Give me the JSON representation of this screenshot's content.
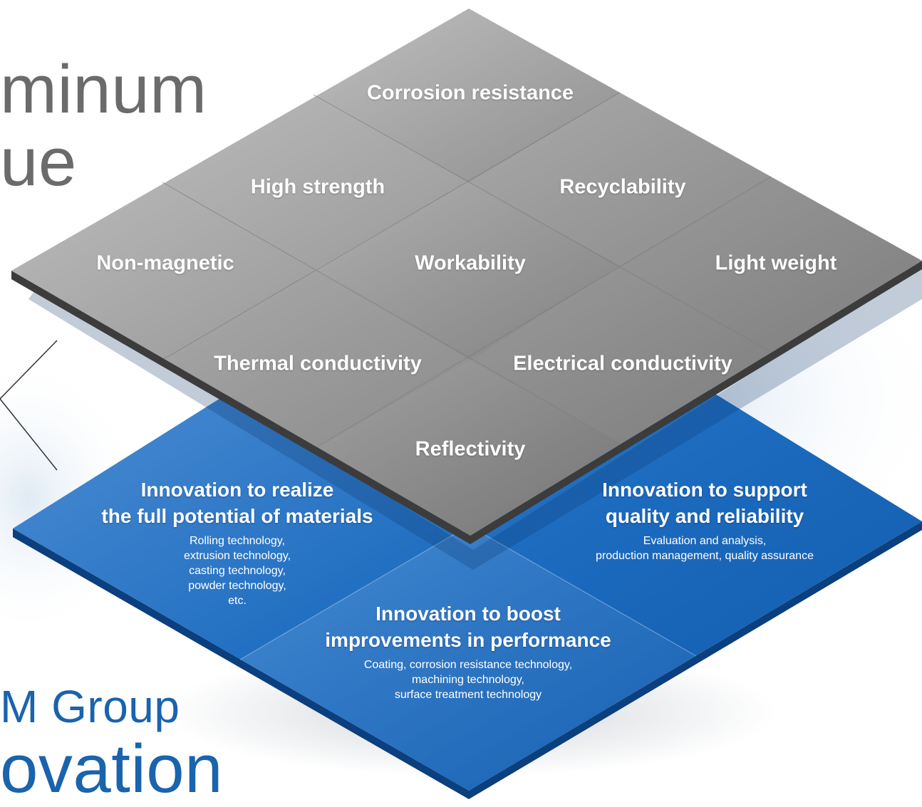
{
  "heading": {
    "line1": "minum",
    "line2": "ue",
    "line3": "M Group",
    "line4": "ovation",
    "text_color": "#6b6b6b",
    "accent_color": "#1a63ad"
  },
  "properties": {
    "corrosion": "Corrosion resistance",
    "high_strength": "High strength",
    "recyclability": "Recyclability",
    "non_magnetic": "Non-magnetic",
    "workability": "Workability",
    "light_weight": "Light weight",
    "thermal": "Thermal conductivity",
    "electrical": "Electrical conductivity",
    "reflectivity": "Reflectivity"
  },
  "innovations": {
    "materials": {
      "title_line1": "Innovation to realize",
      "title_line2": "the full potential of materials",
      "desc_lines": [
        "Rolling technology,",
        "extrusion technology,",
        "casting technology,",
        "powder technology,",
        "etc."
      ]
    },
    "quality": {
      "title_line1": "Innovation to support",
      "title_line2": "quality and reliability",
      "desc_lines": [
        "Evaluation and analysis,",
        "production management, quality assurance"
      ]
    },
    "performance": {
      "title_line1": "Innovation to boost",
      "title_line2": "improvements in performance",
      "desc_lines": [
        "Coating, corrosion resistance technology,",
        "machining technology,",
        "surface treatment technology"
      ]
    }
  },
  "colors": {
    "gray_plate": "#8e8e8e",
    "blue_plate": "#1565b8"
  }
}
